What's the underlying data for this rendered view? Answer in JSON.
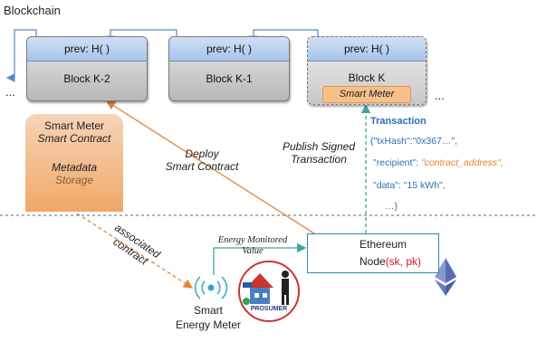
{
  "title": "Blockchain",
  "blocks": [
    {
      "prev": "prev: H(   )",
      "name": "Block K-2"
    },
    {
      "prev": "prev: H(   )",
      "name": "Block K-1"
    },
    {
      "prev": "prev: H(   )",
      "name": "Block K",
      "badge": "Smart Meter"
    }
  ],
  "ellipsis": "...",
  "smart_contract": {
    "line1": "Smart Meter",
    "line2": "Smart Contract",
    "line3": "Metadata",
    "line4": "Storage"
  },
  "labels": {
    "deploy_1": "Deploy",
    "deploy_2": "Smart Contract",
    "publish_1": "Publish Signed",
    "publish_2": "Transaction",
    "associated_1": "associated",
    "associated_2": "contract",
    "energy_1": "Energy Monitored",
    "energy_2": "Value"
  },
  "transaction": {
    "title": "Transaction",
    "line1": "{\"txHash\":\"0x367…\",",
    "recipient_key": "\"recipient\": ",
    "recipient_val": "\"contract_address\",",
    "line3": "\"data\": \"15 kWh\",",
    "line4": "…}"
  },
  "node": {
    "line1": "Ethereum",
    "line2": "Node",
    "keys": "(sk, pk)"
  },
  "meter": {
    "line1": "Smart",
    "line2": "Energy Meter"
  },
  "prosumer": "PROSUMER",
  "colors": {
    "orange_arrow": "#e2843a",
    "teal_arrow": "#3fa59a",
    "block_header": "#b9cff0",
    "node_border": "#2b8aa6",
    "raspberry": "#c51a4a",
    "ethereum": "#5a6bb0"
  }
}
